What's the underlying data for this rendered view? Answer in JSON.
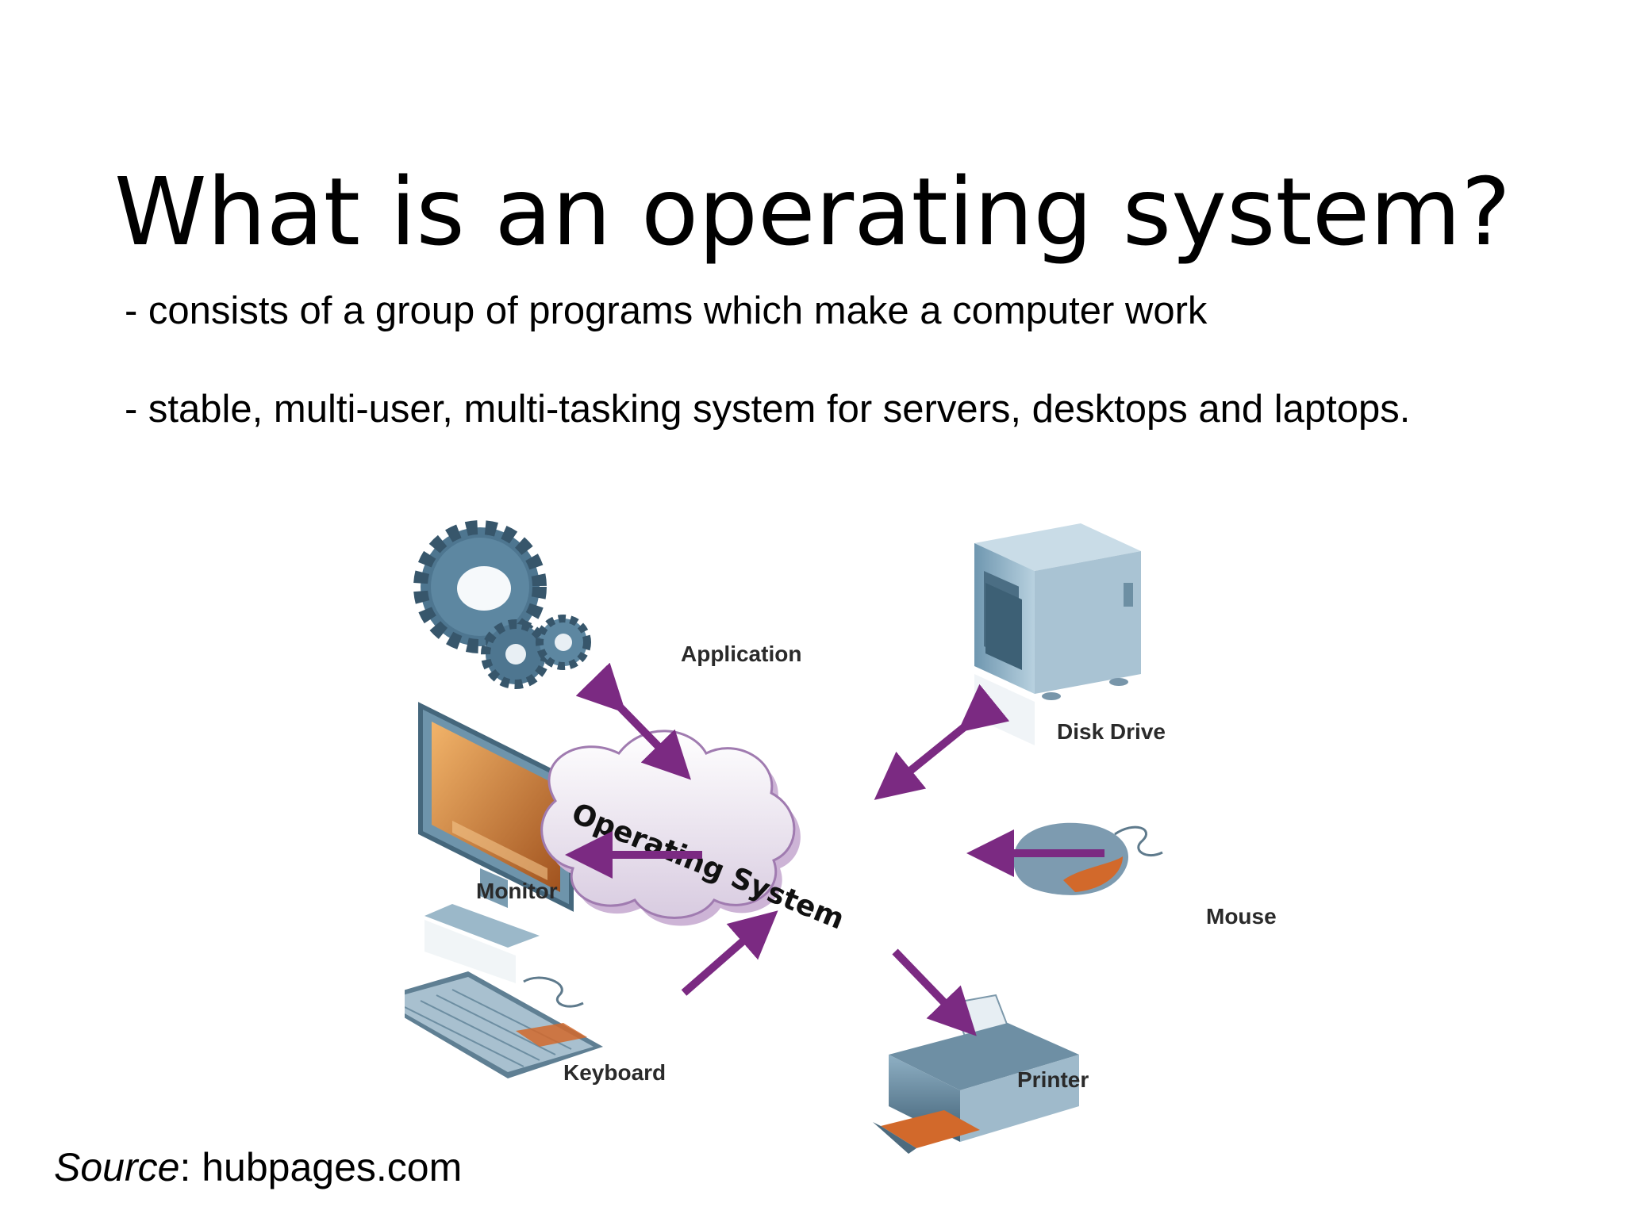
{
  "slide": {
    "title": "What is an operating system?",
    "bullets": [
      "- consists of a group of programs which make a computer work",
      "- stable, multi-user, multi-tasking system for servers, desktops and laptops."
    ],
    "source_label": "Source",
    "source_text": ": hubpages.com"
  },
  "diagram": {
    "center_label": "Operating System",
    "nodes": {
      "application": "Application",
      "disk_drive": "Disk Drive",
      "monitor": "Monitor",
      "mouse": "Mouse",
      "keyboard": "Keyboard",
      "printer": "Printer"
    },
    "arrow_color": "#7b2a82",
    "icons": [
      "gears-icon",
      "disk-drive-icon",
      "monitor-icon",
      "mouse-icon",
      "keyboard-icon",
      "printer-icon",
      "cloud-icon"
    ]
  }
}
